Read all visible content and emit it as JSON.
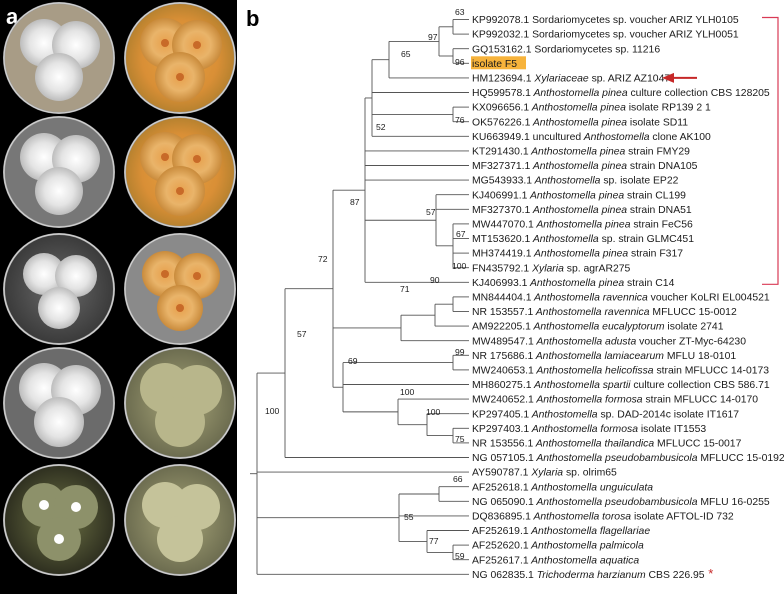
{
  "panel_a_letter": "a",
  "panel_b_letter": "b",
  "highlight_color": "#f7b33b",
  "arrow_color": "#c62828",
  "bracket_color": "#d93a55",
  "outgroup_star": "*",
  "leaves": [
    {
      "acc": "KP992078.1",
      "sp": "",
      "rest": "Sordariomycetes sp. voucher ARIZ YLH0105"
    },
    {
      "acc": "KP992032.1",
      "sp": "",
      "rest": "Sordariomycetes sp. voucher ARIZ YLH0051"
    },
    {
      "acc": "GQ153162.1",
      "sp": "",
      "rest": "Sordariomycetes sp. 11216"
    },
    {
      "acc": "isolate F5",
      "sp": "",
      "rest": ""
    },
    {
      "acc": "HM123694.1",
      "sp": "Xylariaceae",
      "rest": "sp. ARIZ AZ1047"
    },
    {
      "acc": "HQ599578.1",
      "sp": "Anthostomella pinea",
      "rest": "culture collection CBS 128205"
    },
    {
      "acc": "KX096656.1",
      "sp": "Anthostomella pinea",
      "rest": "isolate RP139 2 1"
    },
    {
      "acc": "OK576226.1",
      "sp": "Anthostomella pinea",
      "rest": "isolate SD11"
    },
    {
      "acc": "KU663949.1 uncultured",
      "sp": "Anthostomella",
      "rest": "clone AK100"
    },
    {
      "acc": "KT291430.1",
      "sp": "Anthostomella pinea",
      "rest": "strain FMY29"
    },
    {
      "acc": "MF327371.1",
      "sp": "Anthostomella pinea",
      "rest": "strain DNA105"
    },
    {
      "acc": "MG543933.1",
      "sp": "Anthostomella",
      "rest": "sp. isolate EP22"
    },
    {
      "acc": "KJ406991.1",
      "sp": "Anthostomella pinea",
      "rest": "strain CL199"
    },
    {
      "acc": "MF327370.1",
      "sp": "Anthostomella pinea",
      "rest": "strain DNA51"
    },
    {
      "acc": "MW447070.1",
      "sp": "Anthostomella pinea",
      "rest": "strain FeC56"
    },
    {
      "acc": "MT153620.1",
      "sp": "Anthostomella",
      "rest": "sp. strain GLMC451"
    },
    {
      "acc": "MH374419.1",
      "sp": "Anthostomella pinea",
      "rest": "strain F317"
    },
    {
      "acc": "FN435792.1",
      "sp": "Xylaria",
      "rest": "sp. agrAR275"
    },
    {
      "acc": "KJ406993.1",
      "sp": "Anthostomella pinea",
      "rest": "strain C14"
    },
    {
      "acc": "MN844404.1",
      "sp": "Anthostomella ravennica",
      "rest": "voucher KoLRI EL004521"
    },
    {
      "acc": "NR 153557.1",
      "sp": "Anthostomella ravennica",
      "rest": "MFLUCC 15-0012"
    },
    {
      "acc": "AM922205.1",
      "sp": "Anthostomella eucalyptorum",
      "rest": "isolate 2741"
    },
    {
      "acc": "MW489547.1",
      "sp": "Anthostomella adusta",
      "rest": "voucher ZT-Myc-64230"
    },
    {
      "acc": "NR 175686.1",
      "sp": "Anthostomella lamiacearum",
      "rest": "MFLU 18-0101"
    },
    {
      "acc": "MW240653.1",
      "sp": "Anthostomella helicofissa",
      "rest": "strain MFLUCC 14-0173"
    },
    {
      "acc": "MH860275.1",
      "sp": "Anthostomella spartii",
      "rest": "culture collection CBS 586.71"
    },
    {
      "acc": "MW240652.1",
      "sp": "Anthostomella formosa",
      "rest": "strain MFLUCC 14-0170"
    },
    {
      "acc": "KP297405.1",
      "sp": "Anthostomella",
      "rest": "sp. DAD-2014c isolate IT1617"
    },
    {
      "acc": "KP297403.1",
      "sp": "Anthostomella formosa",
      "rest": "isolate IT1553"
    },
    {
      "acc": "NR 153556.1",
      "sp": "Anthostomella thailandica",
      "rest": "MFLUCC 15-0017"
    },
    {
      "acc": "NG 057105.1",
      "sp": "Anthostomella pseudobambusicola",
      "rest": "MFLUCC 15-0192"
    },
    {
      "acc": "AY590787.1",
      "sp": "Xylaria",
      "rest": "sp. olrim65"
    },
    {
      "acc": "AF252618.1",
      "sp": "Anthostomella unguiculata",
      "rest": ""
    },
    {
      "acc": "NG 065090.1",
      "sp": "Anthostomella pseudobambusicola",
      "rest": "MFLU 16-0255"
    },
    {
      "acc": "DQ836895.1",
      "sp": "Anthostomella torosa",
      "rest": "isolate AFTOL-ID 732"
    },
    {
      "acc": "AF252619.1",
      "sp": "Anthostomella flagellariae",
      "rest": ""
    },
    {
      "acc": "AF252620.1",
      "sp": "Anthostomella palmicola",
      "rest": ""
    },
    {
      "acc": "AF252617.1",
      "sp": "Anthostomella aquatica",
      "rest": ""
    },
    {
      "acc": "NG 062835.1",
      "sp": "Trichoderma harzianum",
      "rest": "CBS 226.95"
    }
  ],
  "bootstraps": {
    "n63": "63",
    "n97": "97",
    "n96": "96",
    "n65": "65",
    "n76": "76",
    "n52": "52",
    "n57a": "57",
    "n67": "67",
    "n87": "87",
    "n72": "72",
    "n100a": "100",
    "n90": "90",
    "n71": "71",
    "n99": "99",
    "n69": "69",
    "n100b": "100",
    "n100c": "100",
    "n75": "75",
    "n57b": "57",
    "n100root": "100",
    "n66": "66",
    "n55": "55",
    "n77": "77",
    "n59": "59"
  }
}
